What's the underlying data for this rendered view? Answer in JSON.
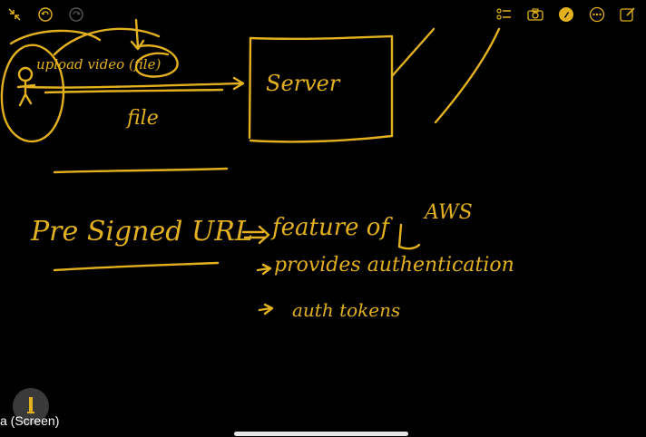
{
  "toolbar": {
    "left": [
      {
        "name": "collapse-icon",
        "icon": "arrows-collapse"
      },
      {
        "name": "undo-icon",
        "icon": "undo"
      },
      {
        "name": "redo-icon",
        "icon": "redo"
      }
    ],
    "right": [
      {
        "name": "checklist-icon",
        "icon": "checklist"
      },
      {
        "name": "camera-icon",
        "icon": "camera"
      },
      {
        "name": "markup-pen-icon",
        "icon": "pen-circle"
      },
      {
        "name": "more-icon",
        "icon": "ellipsis-circle"
      },
      {
        "name": "compose-icon",
        "icon": "compose"
      }
    ]
  },
  "ink_color": "#e3b11f",
  "notes": {
    "upload_text": "upload video (file)",
    "file_text": "file",
    "server_text": "Server",
    "presigned_text": "Pre Signed URL",
    "feature_text": "feature of",
    "aws_text": "AWS",
    "provides_text": "provides authentication",
    "tokens_text": "auth tokens"
  },
  "footer": {
    "screen_label": "a (Screen)"
  }
}
